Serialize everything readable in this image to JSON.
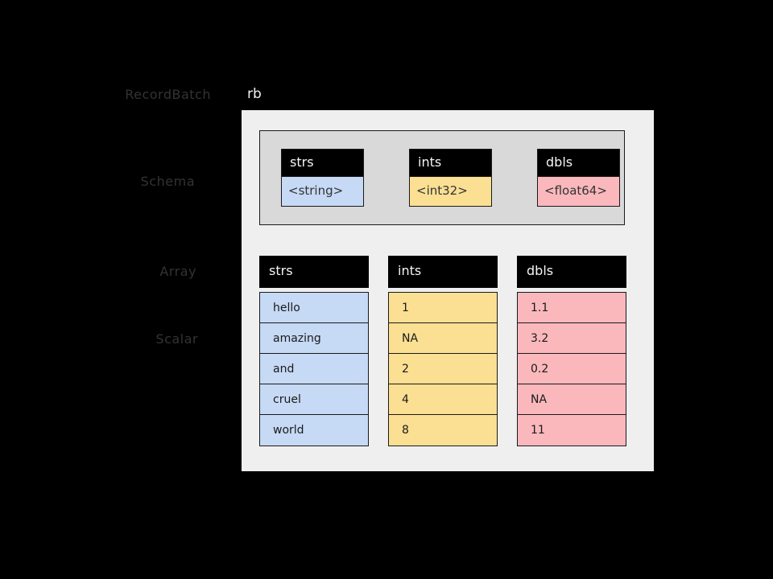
{
  "diagram": {
    "title_label": "rb",
    "side_labels": [
      {
        "id": "recordbatch",
        "text": "RecordBatch"
      },
      {
        "id": "schema",
        "text": "Schema"
      },
      {
        "id": "array",
        "text": "Array"
      },
      {
        "id": "scalar",
        "text": "Scalar"
      }
    ],
    "colors": {
      "background": "#000000",
      "recordbatch_panel": "#efefef",
      "schema_panel": "#d9d9d9",
      "header": "#000000",
      "header_text": "#f5f5f5",
      "string_tone": "#c6d9f5",
      "int_tone": "#fbdf93",
      "float_tone": "#fab8bd",
      "label_text": "#333333",
      "outline": "#1a1a1a"
    },
    "schema": {
      "fields": [
        {
          "name": "strs",
          "type": "<string>",
          "tone": "tone-blue"
        },
        {
          "name": "ints",
          "type": "<int32>",
          "tone": "tone-yellow"
        },
        {
          "name": "dbls",
          "type": "<float64>",
          "tone": "tone-pink"
        }
      ]
    },
    "arrays": {
      "columns": [
        {
          "name": "strs",
          "tone": "tone-blue",
          "values": [
            "hello",
            "amazing",
            "and",
            "cruel",
            "world"
          ]
        },
        {
          "name": "ints",
          "tone": "tone-yellow",
          "values": [
            "1",
            "NA",
            "2",
            "4",
            "8"
          ]
        },
        {
          "name": "dbls",
          "tone": "tone-pink",
          "values": [
            "1.1",
            "3.2",
            "0.2",
            "NA",
            "11"
          ]
        }
      ]
    }
  }
}
